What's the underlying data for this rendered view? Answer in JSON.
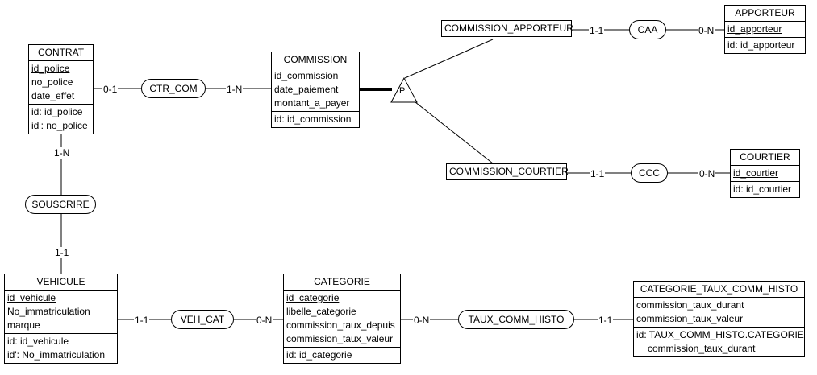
{
  "entities": {
    "contrat": {
      "title": "CONTRAT",
      "attributes": [
        "id_police",
        "no_police",
        "date_effet"
      ],
      "identifiers": [
        "id: id_police",
        "id': no_police"
      ]
    },
    "commission": {
      "title": "COMMISSION",
      "attributes": [
        "id_commission",
        "date_paiement",
        "montant_a_payer"
      ],
      "identifiers": [
        "id: id_commission"
      ]
    },
    "commission_apporteur": {
      "title": "COMMISSION_APPORTEUR"
    },
    "commission_courtier": {
      "title": "COMMISSION_COURTIER"
    },
    "apporteur": {
      "title": "APPORTEUR",
      "attributes": [
        "id_apporteur"
      ],
      "identifiers": [
        "id: id_apporteur"
      ]
    },
    "courtier": {
      "title": "COURTIER",
      "attributes": [
        "id_courtier"
      ],
      "identifiers": [
        "id: id_courtier"
      ]
    },
    "vehicule": {
      "title": "VEHICULE",
      "attributes": [
        "id_vehicule",
        "No_immatriculation",
        "marque"
      ],
      "identifiers": [
        "id: id_vehicule",
        "id': No_immatriculation"
      ]
    },
    "categorie": {
      "title": "CATEGORIE",
      "attributes": [
        "id_categorie",
        "libelle_categorie",
        "commission_taux_depuis",
        "commission_taux_valeur"
      ],
      "identifiers": [
        "id: id_categorie"
      ]
    },
    "categorie_taux_comm_histo": {
      "title": "CATEGORIE_TAUX_COMM_HISTO",
      "attributes": [
        "commission_taux_durant",
        "commission_taux_valeur"
      ],
      "identifiers": [
        "id: TAUX_COMM_HISTO.CATEGORIE",
        "commission_taux_durant"
      ]
    }
  },
  "relationships": {
    "ctr_com": "CTR_COM",
    "caa": "CAA",
    "ccc": "CCC",
    "souscrire": "SOUSCRIRE",
    "veh_cat": "VEH_CAT",
    "taux_comm_histo": "TAUX_COMM_HISTO"
  },
  "cardinalities": {
    "contrat_ctr_com": "0-1",
    "commission_ctr_com": "1-N",
    "commission_apporteur_caa": "1-1",
    "apporteur_caa": "0-N",
    "commission_courtier_ccc": "1-1",
    "courtier_ccc": "0-N",
    "contrat_souscrire": "1-N",
    "vehicule_souscrire": "1-1",
    "vehicule_veh_cat": "1-1",
    "categorie_veh_cat": "0-N",
    "categorie_taux_comm_histo": "0-N",
    "histo_taux_comm_histo": "1-1"
  },
  "isa": {
    "label": "P"
  }
}
